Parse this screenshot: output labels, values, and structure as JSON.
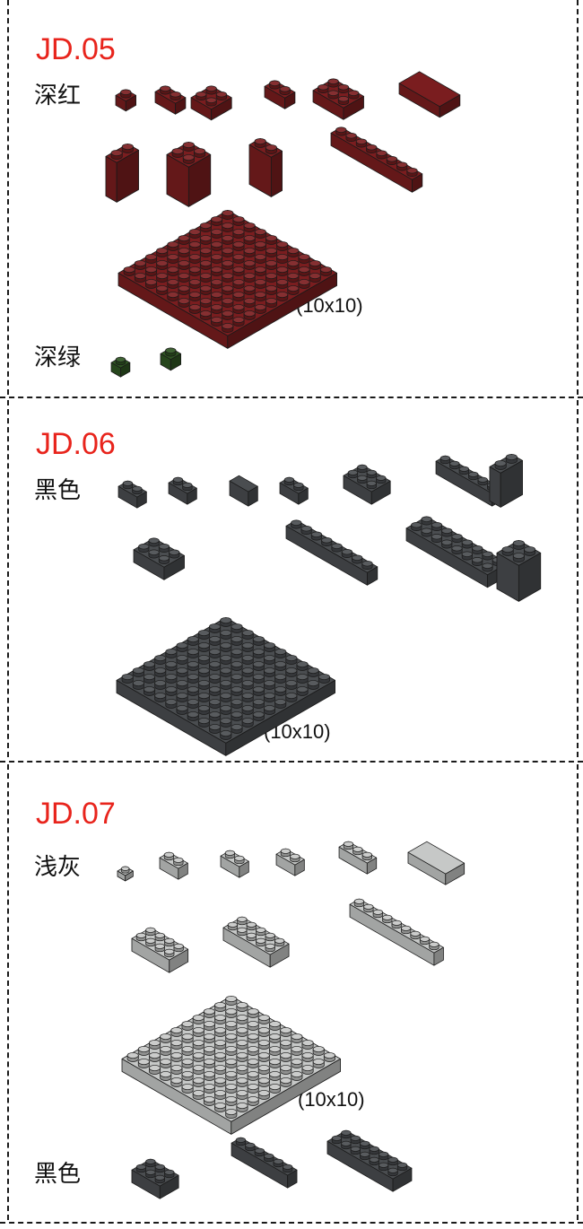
{
  "sections": [
    {
      "code": "JD.05",
      "rows": [
        {
          "label": "深红",
          "color": "#7a1d1f"
        },
        {
          "label": "深绿",
          "color": "#2e5522"
        }
      ],
      "plate_size": "(10x10)"
    },
    {
      "code": "JD.06",
      "rows": [
        {
          "label": "黑色",
          "color": "#4a4d50"
        }
      ],
      "plate_size": "(10x10)"
    },
    {
      "code": "JD.07",
      "rows": [
        {
          "label": "浅灰",
          "color": "#c6c8c7"
        },
        {
          "label": "黑色",
          "color": "#4a4d50"
        }
      ],
      "plate_size": "(10x10)"
    }
  ]
}
